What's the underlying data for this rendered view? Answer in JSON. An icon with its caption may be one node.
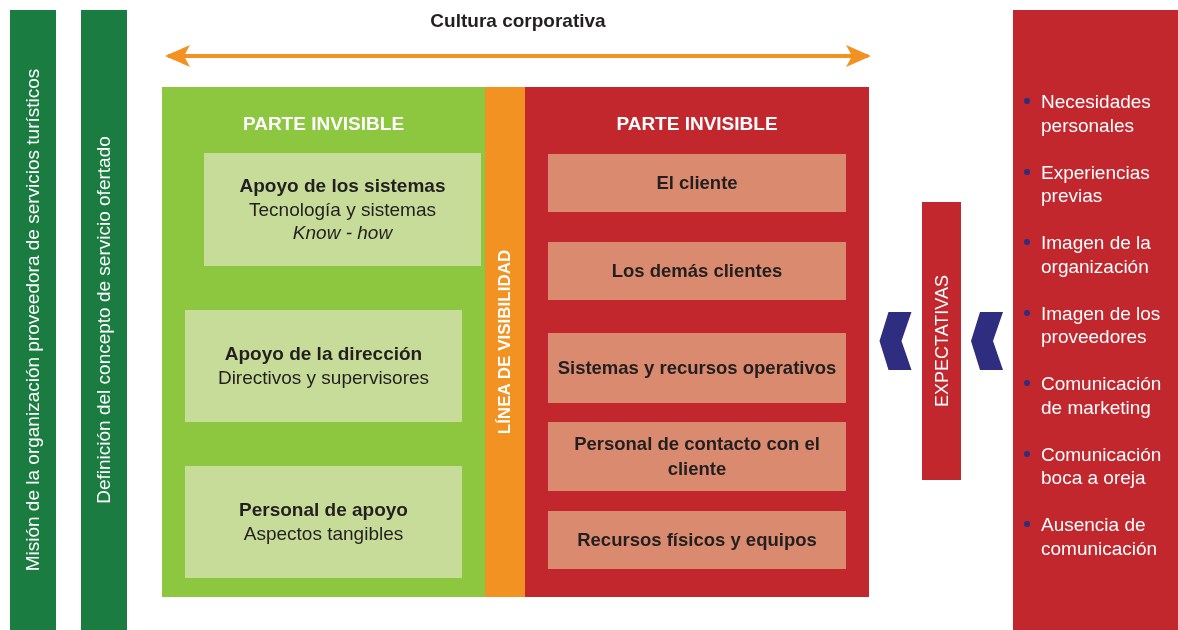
{
  "diagram": {
    "title": "Cultura corporativa",
    "nodes": [
      {
        "text": [
          "Misión de la organización proveedora de servicios turísticos"
        ]
      },
      {
        "text": [
          "Definición del concepto de servicio ofertado"
        ]
      },
      {
        "text": [
          "PARTE INVISIBLE"
        ]
      },
      {
        "text": [
          "Apoyo de los sistemas",
          "Tecnología y sistemas",
          "*Know - how*"
        ],
        "in": 2
      },
      {
        "text": [
          "Apoyo de la dirección",
          "Directivos y supervisores"
        ],
        "in": 2
      },
      {
        "text": [
          "Personal de apoyo",
          "Aspectos tangibles"
        ],
        "in": 2
      },
      {
        "text": [
          "LÍNEA DE VISIBILIDAD"
        ]
      },
      {
        "text": [
          "PARTE INVISIBLE"
        ]
      },
      {
        "text": [
          "El cliente"
        ],
        "in": 7
      },
      {
        "text": [
          "Los demás clientes"
        ],
        "in": 7
      },
      {
        "text": [
          "Sistemas y recursos operativos"
        ],
        "in": 7
      },
      {
        "text": [
          "Personal de contacto con el cliente"
        ],
        "in": 7
      },
      {
        "text": [
          "Recursos físicos y equipos"
        ],
        "in": 7
      },
      {
        "text": [
          "EXPECTATIVAS"
        ]
      },
      {
        "text": [
          "Necesidades personales",
          "Experiencias previas",
          "Imagen de la organización",
          "Imagen de los proveedores",
          "Comunicación de marketing",
          "Comunicación boca a oreja",
          "Ausencia de comunicación"
        ]
      }
    ],
    "edges": [
      {
        "from": 14,
        "to": 13,
        "arrow": "to"
      },
      {
        "from": 13,
        "to": 7,
        "arrow": "to"
      }
    ]
  }
}
